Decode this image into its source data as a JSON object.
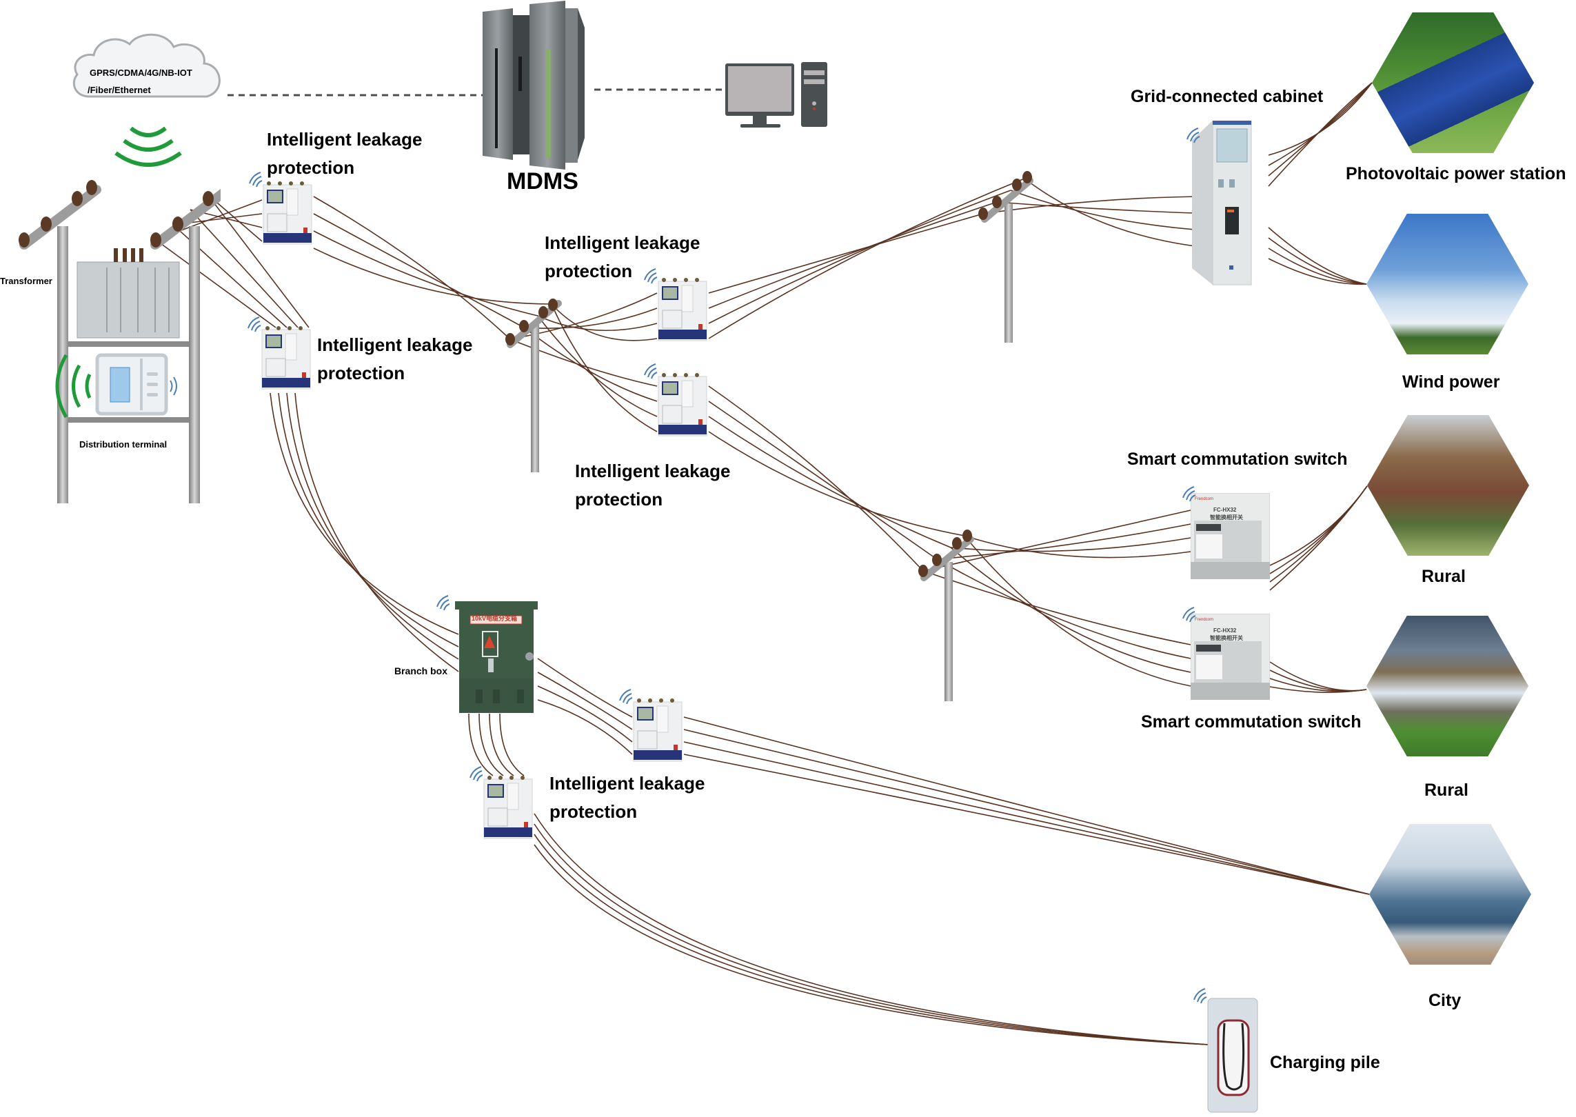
{
  "diagram": {
    "type": "smart-grid-topology",
    "network": {
      "cloud_label_line1": "GPRS/CDMA/4G/NB-IOT",
      "cloud_label_line2": "/Fiber/Ethernet"
    },
    "labels": {
      "mdms": "MDMS",
      "transformer": "Transformer",
      "distribution_terminal": "Distribution terminal",
      "branch_box": "Branch box",
      "grid_cabinet": "Grid-connected cabinet",
      "charging_pile": "Charging pile",
      "smart_switch_1": "Smart commutation switch",
      "smart_switch_2": "Smart commutation switch",
      "photovoltaic": "Photovoltaic power station",
      "wind": "Wind power",
      "rural_1": "Rural",
      "rural_2": "Rural",
      "city": "City"
    },
    "leakage_protection": [
      {
        "line1": "Intelligent leakage",
        "line2": "protection"
      },
      {
        "line1": "Intelligent leakage",
        "line2": "protection"
      },
      {
        "line1": "Intelligent leakage",
        "line2": "protection"
      },
      {
        "line1": "Intelligent leakage",
        "line2": "protection"
      },
      {
        "line1": "Intelligent leakage",
        "line2": "protection"
      }
    ],
    "device_text": {
      "branch_box_plate": "10kV电缆分支箱",
      "switch_model": "FC-HX32",
      "switch_name": "智能换相开关"
    },
    "colors": {
      "wire": "#5a3220",
      "pole": "#a9a9a9",
      "insulator": "#5b3a25",
      "wifi_blue": "#4a7fb5",
      "signal_green": "#1f9b3a",
      "cloud_fill": "#f3f4f5",
      "cloud_stroke": "#a9adb0",
      "dash_line": "#4a5052",
      "breaker_blue": "#26357a",
      "branch_box_green": "#3d5b45"
    }
  }
}
